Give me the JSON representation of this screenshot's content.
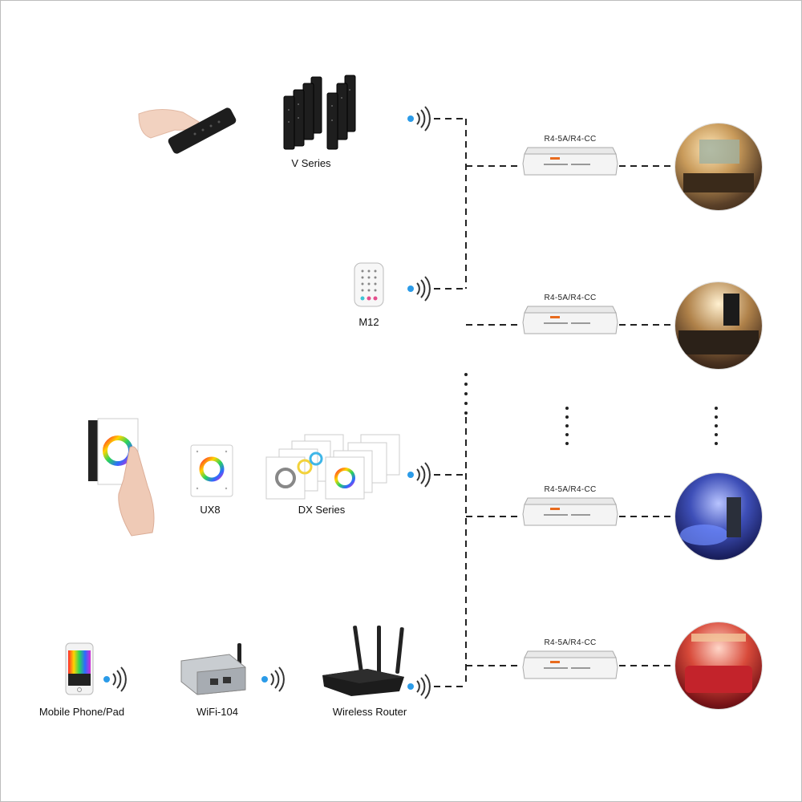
{
  "sources": {
    "v_series": "V Series",
    "m12": "M12",
    "ux8": "UX8",
    "dx_series": "DX Series",
    "mobile": "Mobile Phone/Pad",
    "wifi": "WiFi-104",
    "router": "Wireless Router"
  },
  "controllers": [
    {
      "label": "R4-5A/R4-CC"
    },
    {
      "label": "R4-5A/R4-CC"
    },
    {
      "label": "R4-5A/R4-CC"
    },
    {
      "label": "R4-5A/R4-CC"
    }
  ],
  "rooms": [
    {
      "name": "living-room",
      "tone": "#c89a5a"
    },
    {
      "name": "kitchen",
      "tone": "#b0824a"
    },
    {
      "name": "blue-lounge",
      "tone": "#3e4fb8"
    },
    {
      "name": "red-bedroom",
      "tone": "#c3232b"
    }
  ],
  "colors": {
    "wire": "#222222",
    "signal_dot": "#2b9be8"
  }
}
